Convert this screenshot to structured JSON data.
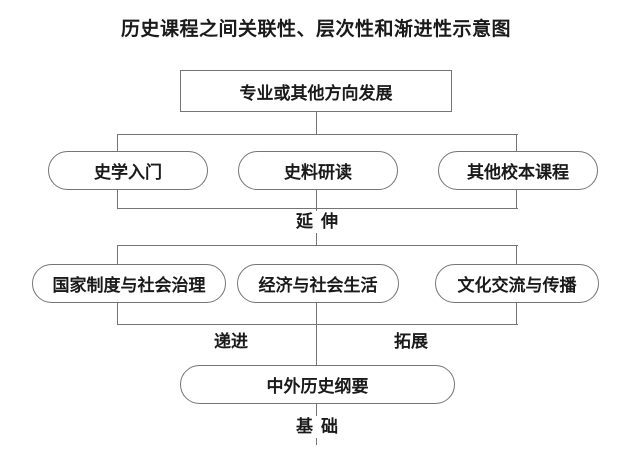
{
  "diagram": {
    "title": "历史课程之间关联性、层次性和渐进性示意图",
    "accent_color": "#757575",
    "text_color": "#1a1a1a",
    "background_color": "#ffffff",
    "levels": [
      {
        "id": "top",
        "shape": "rect",
        "nodes": [
          {
            "label": "专业或其他方向发展"
          }
        ]
      },
      {
        "id": "extension",
        "shape": "pill",
        "nodes": [
          {
            "label": "史学入门"
          },
          {
            "label": "史料研读"
          },
          {
            "label": "其他校本课程"
          }
        ]
      },
      {
        "id": "selective",
        "shape": "pill",
        "nodes": [
          {
            "label": "国家制度与社会治理"
          },
          {
            "label": "经济与社会生活"
          },
          {
            "label": "文化交流与传播"
          }
        ]
      },
      {
        "id": "base",
        "shape": "pill",
        "nodes": [
          {
            "label": "中外历史纲要"
          }
        ]
      }
    ],
    "relations": {
      "extension": {
        "left": "延",
        "right": "伸",
        "full": "延伸"
      },
      "progressive": "递进",
      "expansion": "拓展",
      "foundation": {
        "left": "基",
        "right": "础",
        "full": "基础"
      }
    }
  }
}
